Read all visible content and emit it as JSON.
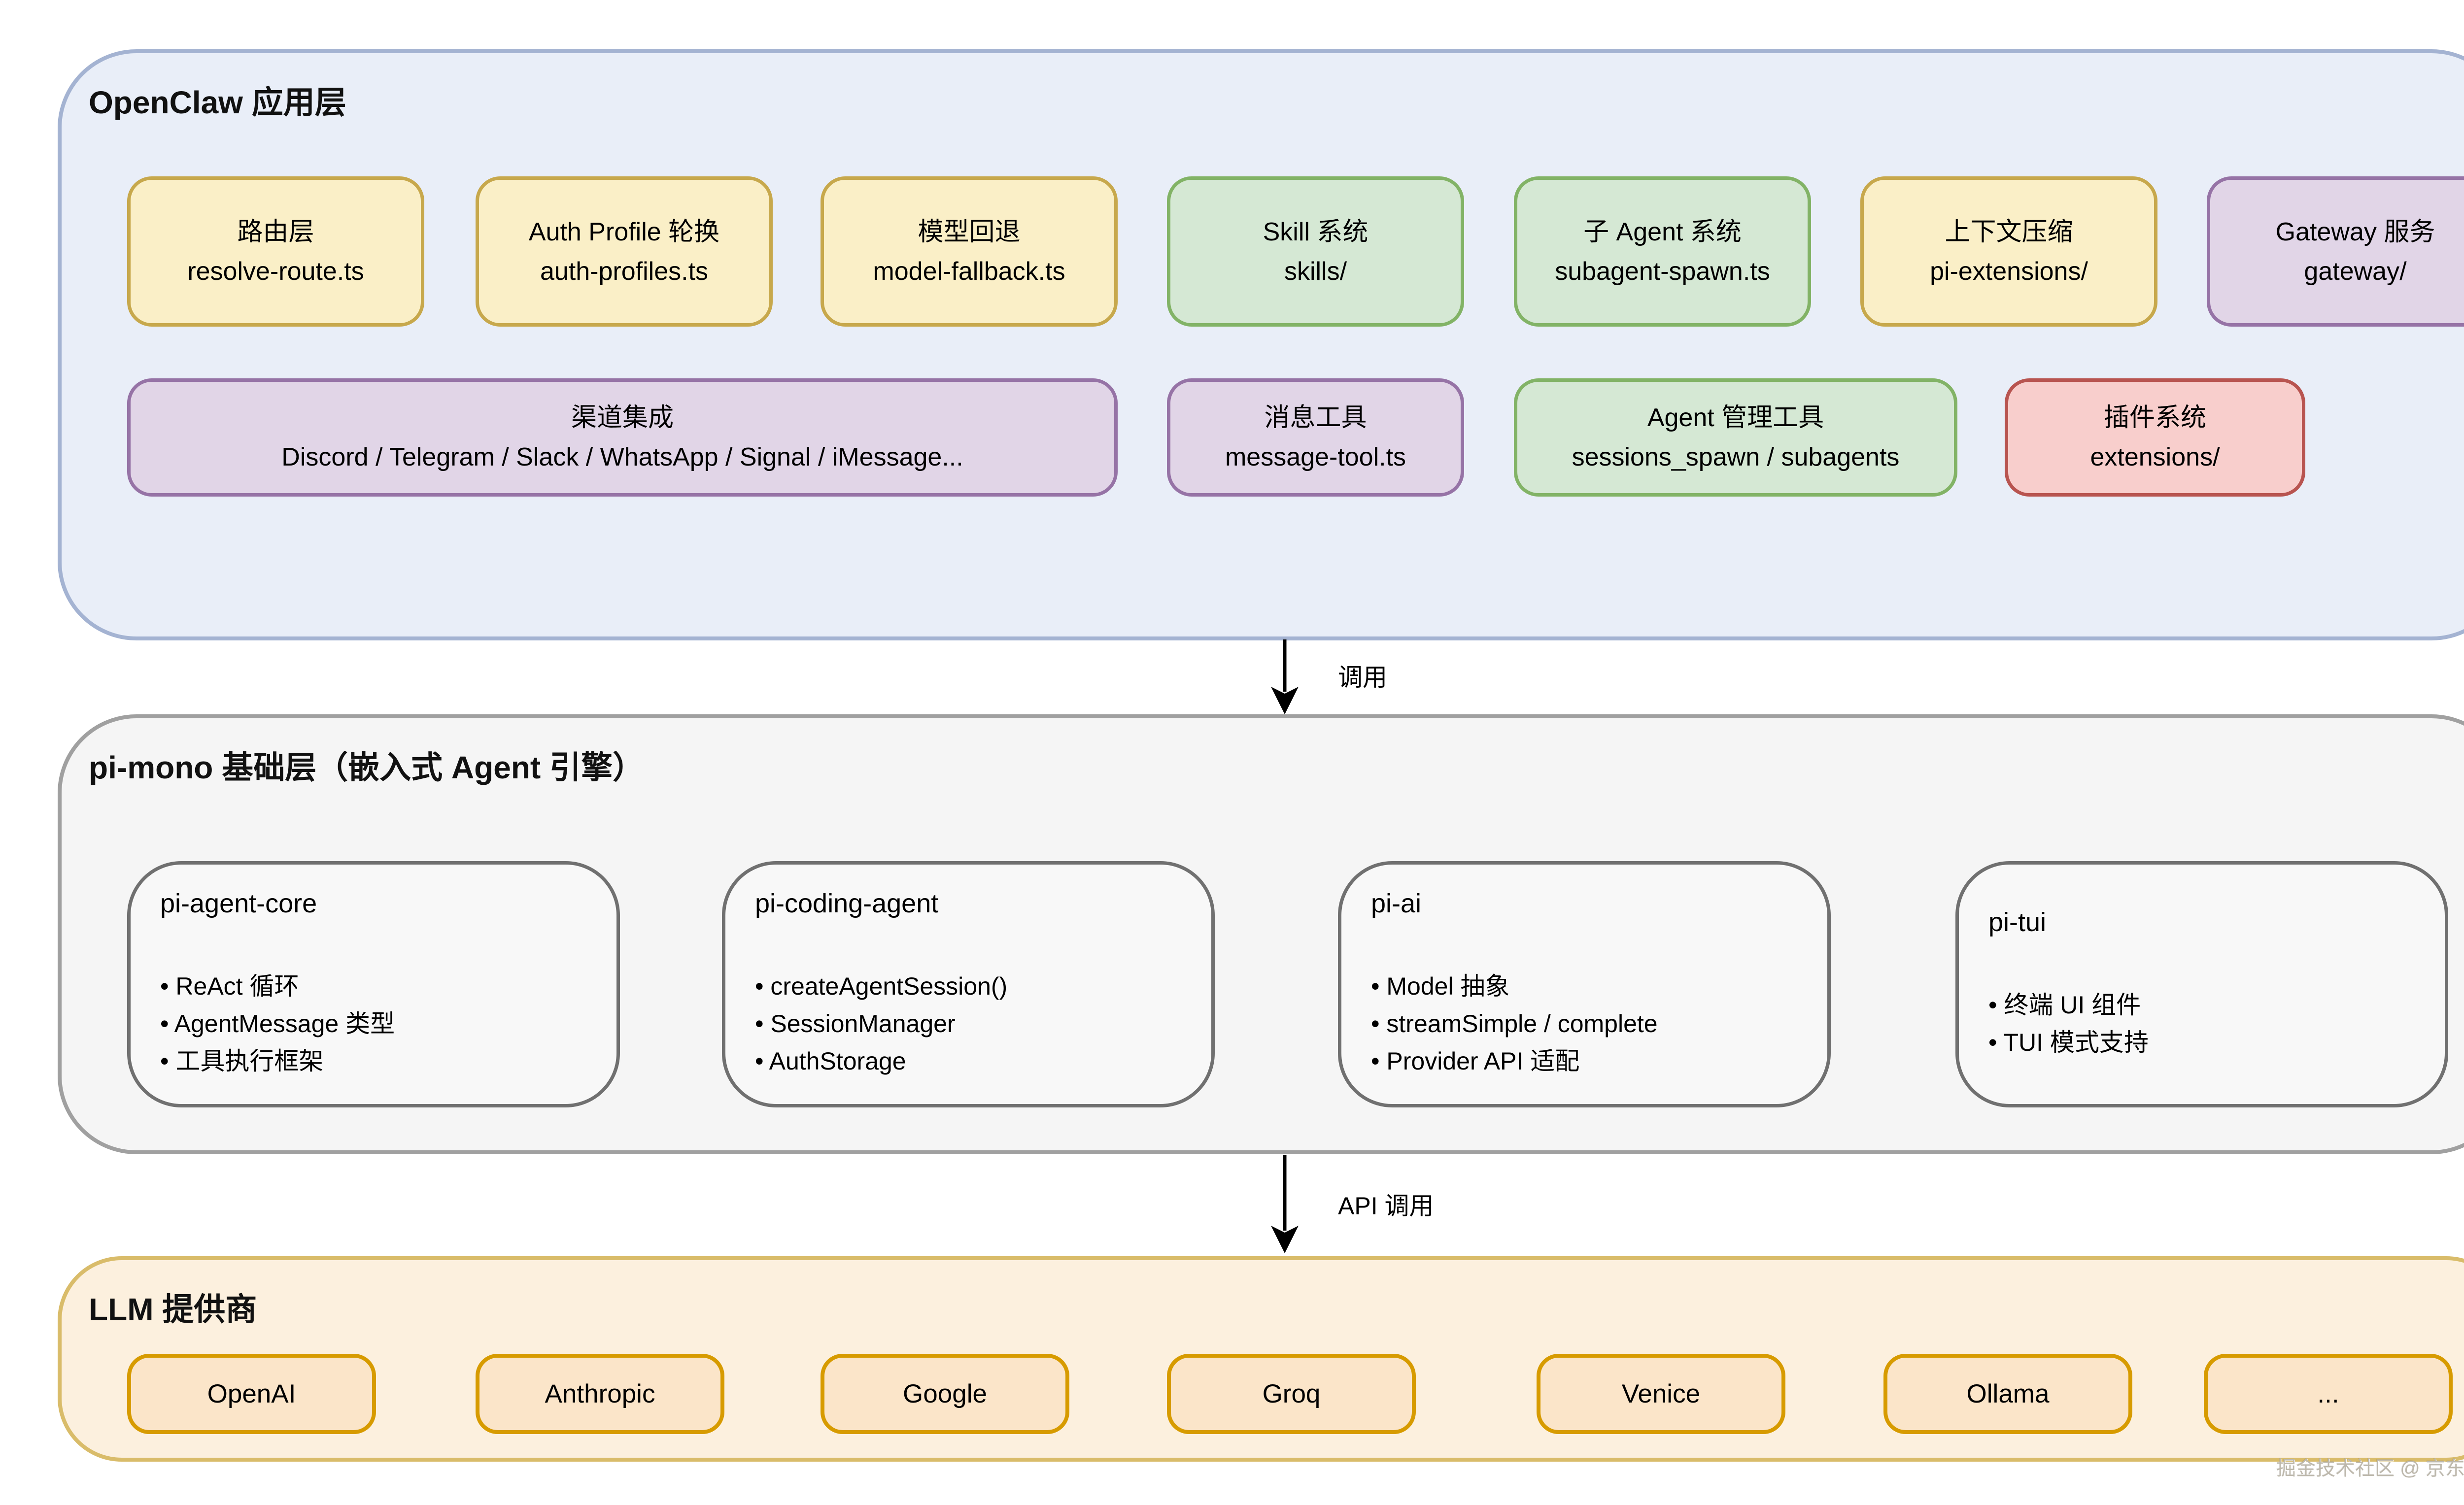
{
  "colors": {
    "app_container_fill": "#E9EEF8",
    "app_container_border": "#A4B3D2",
    "base_container_fill": "#F5F5F5",
    "base_container_border": "#A0A0A0",
    "llm_container_fill": "#FCF0DE",
    "llm_container_border": "#D9BC6A",
    "yellow_fill": "#FAEFC7",
    "yellow_border": "#C7A84C",
    "green_fill": "#D5E8D4",
    "green_border": "#82B366",
    "purple_fill": "#E1D5E7",
    "purple_border": "#9673A6",
    "red_fill": "#F8CECC",
    "red_border": "#B85450",
    "module_fill": "#F8F8F8",
    "module_border": "#707070",
    "provider_fill": "#FBE5C9",
    "provider_border": "#D79B00",
    "arrow": "#000000"
  },
  "app_layer": {
    "title": "OpenClaw 应用层",
    "row1": [
      {
        "title": "路由层",
        "subtitle": "resolve-route.ts"
      },
      {
        "title": "Auth Profile 轮换",
        "subtitle": "auth-profiles.ts"
      },
      {
        "title": "模型回退",
        "subtitle": "model-fallback.ts"
      },
      {
        "title": "Skill 系统",
        "subtitle": "skills/"
      },
      {
        "title": "子 Agent 系统",
        "subtitle": "subagent-spawn.ts"
      },
      {
        "title": "上下文压缩",
        "subtitle": "pi-extensions/"
      },
      {
        "title": "Gateway 服务",
        "subtitle": "gateway/"
      }
    ],
    "row2": [
      {
        "title": "渠道集成",
        "subtitle": "Discord / Telegram / Slack / WhatsApp / Signal / iMessage..."
      },
      {
        "title": "消息工具",
        "subtitle": "message-tool.ts"
      },
      {
        "title": "Agent 管理工具",
        "subtitle": "sessions_spawn / subagents"
      },
      {
        "title": "插件系统",
        "subtitle": "extensions/"
      }
    ]
  },
  "arrow1": {
    "label": "调用"
  },
  "base_layer": {
    "title": "pi-mono 基础层（嵌入式 Agent 引擎）",
    "modules": [
      {
        "name": "pi-agent-core",
        "items": [
          "• ReAct 循环",
          "• AgentMessage 类型",
          "• 工具执行框架"
        ]
      },
      {
        "name": "pi-coding-agent",
        "items": [
          "• createAgentSession()",
          "• SessionManager",
          "• AuthStorage"
        ]
      },
      {
        "name": "pi-ai",
        "items": [
          "• Model 抽象",
          "• streamSimple / complete",
          "• Provider API 适配"
        ]
      },
      {
        "name": "pi-tui",
        "items": [
          "• 终端 UI 组件",
          "• TUI 模式支持"
        ]
      }
    ]
  },
  "arrow2": {
    "label": "API 调用"
  },
  "llm_layer": {
    "title": "LLM 提供商",
    "providers": [
      "OpenAI",
      "Anthropic",
      "Google",
      "Groq",
      "Venice",
      "Ollama",
      "..."
    ]
  },
  "watermark": {
    "text": "掘金技术社区 @ 京东云开发者"
  }
}
